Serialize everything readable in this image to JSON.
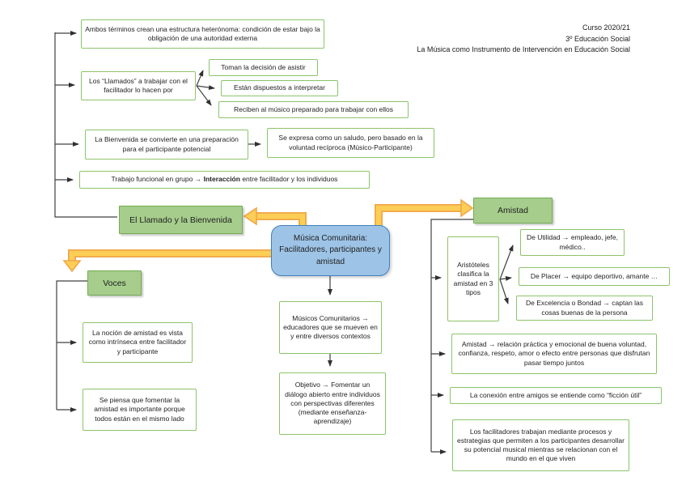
{
  "header": {
    "course": "Curso 2020/21",
    "grade": "3º Educación Social",
    "subject": "La Música como Instrumento de Intervención en Educación Social"
  },
  "hub": {
    "text": "Música Comunitaria: Facilitadores, participantes y amistad"
  },
  "branch_llamado": {
    "label": "El Llamado y la Bienvenida",
    "boxes": {
      "heteronoma": "Ambos términos crean una estructura heterónoma: condición de estar bajo la obligación de una autoridad externa",
      "llamados": "Los “Llamados” a trabajar con el facilitador lo hacen por",
      "toman": "Toman la decisión de asistir",
      "dispuestos": "Están dispuestos a interpretar",
      "reciben": "Reciben al músico preparado para trabajar con ellos",
      "bienvenida": "La Bienvenida se convierte en una preparación para el participante potencial",
      "saludo": "Se expresa como un saludo, pero basado en la voluntad recíproca (Músico-Participante)",
      "trabajo": {
        "pre": "Trabajo funcional en grupo → ",
        "bold": "Interacción",
        "post": " entre facilitador y los individuos"
      }
    }
  },
  "branch_voces": {
    "label": "Voces",
    "boxes": {
      "nocion": "La noción de amistad es vista como intrínseca entre facilitador y participante",
      "piensa": "Se piensa que fomentar la amistad es importante porque todos están en el mismo lado"
    }
  },
  "branch_centro": {
    "boxes": {
      "musicos": "Músicos Comunitarios → educadores que se mueven en y entre diversos contextos",
      "objetivo": "Objetivo → Fomentar un diálogo abierto entre individuos con perspectivas diferentes (mediante enseñanza-aprendizaje)"
    }
  },
  "branch_amistad": {
    "label": "Amistad",
    "boxes": {
      "aristoteles": "Aristóteles clasifica la amistad en 3 tipos",
      "utilidad": "De Utilidad → empleado, jefe, médico..",
      "placer": "De Placer → equipo deportivo, amante …",
      "excelencia": "De Excelencia o Bondad → captan las cosas buenas de la persona",
      "definicion": "Amistad → relación práctica y emocional de buena voluntad, confianza, respeto, amor o efecto entre personas que disfrutan pasar tiempo juntos",
      "conexion": "La conexión entre amigos se entiende como “ficción útil”",
      "facilitadores": "Los facilitadores trabajan mediante procesos y estrategias que permiten a los participantes desarrollar su potencial musical mientras se relacionan con el mundo en el que viven"
    }
  },
  "colors": {
    "box_border": "#8cc46a",
    "label_fill": "#a6cd8c",
    "label_border": "#74ac52",
    "hub_fill": "#9dc3e6",
    "hub_border": "#4180be",
    "yellow_arrow_fill": "#fcce55",
    "yellow_arrow_outline": "#f0a74b",
    "connector": "#303030"
  }
}
